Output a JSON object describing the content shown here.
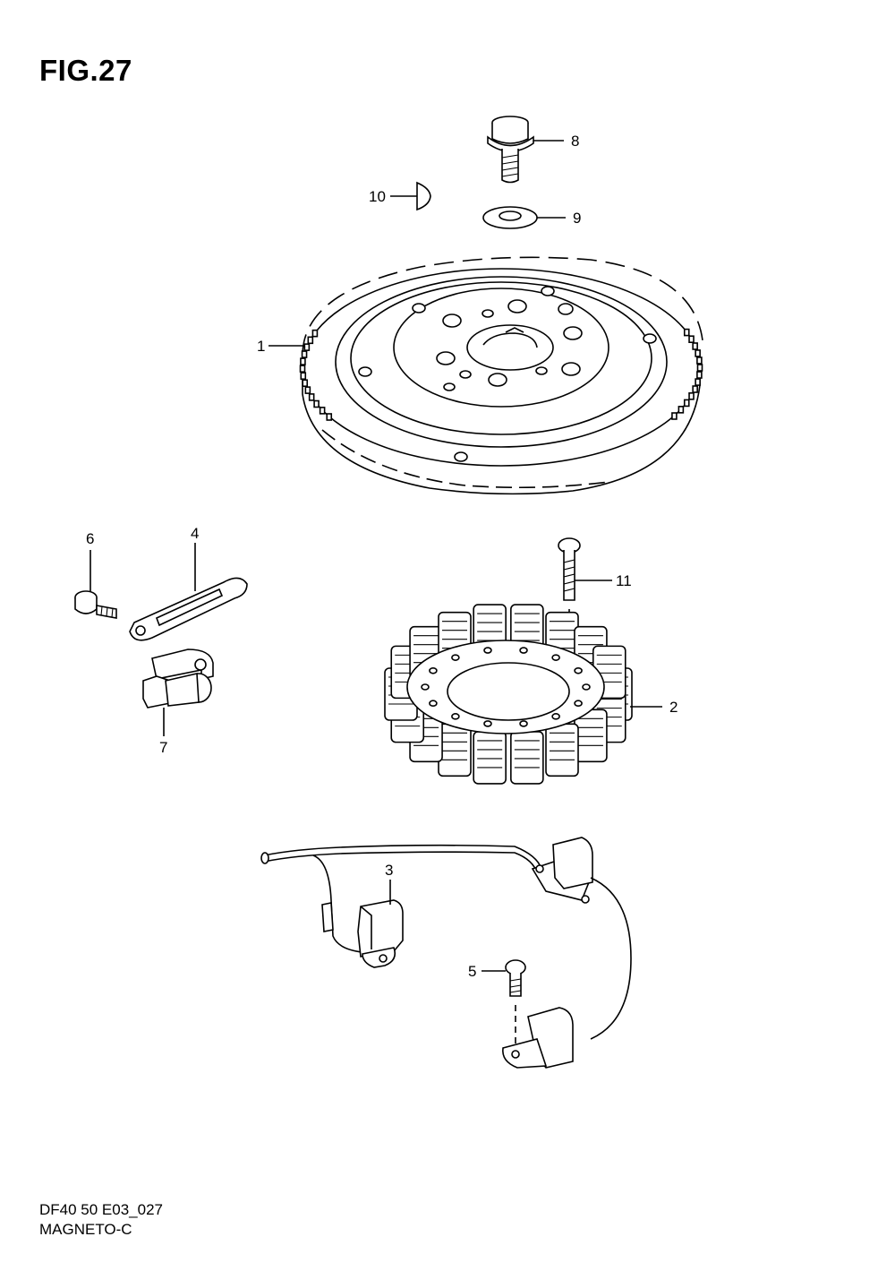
{
  "figure": {
    "title": "FIG.27"
  },
  "callouts": [
    {
      "num": "1"
    },
    {
      "num": "2"
    },
    {
      "num": "3"
    },
    {
      "num": "4"
    },
    {
      "num": "5"
    },
    {
      "num": "6"
    },
    {
      "num": "7"
    },
    {
      "num": "8"
    },
    {
      "num": "9"
    },
    {
      "num": "10"
    },
    {
      "num": "11"
    }
  ],
  "footer": {
    "code": "DF40 50 E03_027",
    "name": "MAGNETO-C"
  }
}
